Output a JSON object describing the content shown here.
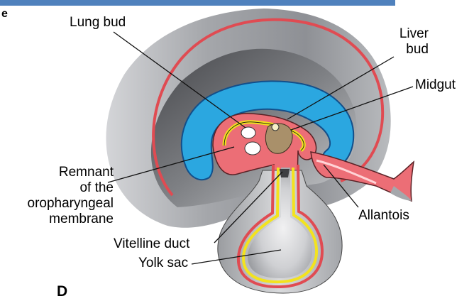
{
  "figure": {
    "corner_mark": "e",
    "panel_letter": "D"
  },
  "labels": {
    "lung_bud": "Lung bud",
    "liver_bud": [
      "Liver",
      "bud"
    ],
    "midgut": "Midgut",
    "remnant": [
      "Remnant",
      "of the",
      "oropharyngeal",
      "membrane"
    ],
    "allantois": "Allantois",
    "vitelline_duct": "Vitelline duct",
    "yolk_sac": "Yolk sac"
  },
  "colors": {
    "header_bar": "#4f81bd",
    "amnion_outline": "#e04b52",
    "amniotic_cavity": "#2ba7e0",
    "endoderm_outline": "#f3e31e",
    "mesoderm_pink": "#ec6e76",
    "liver_bud": "#a9906a",
    "tissue_gray": "#9fa1a6",
    "shadow_dark": "#3d3e42"
  }
}
